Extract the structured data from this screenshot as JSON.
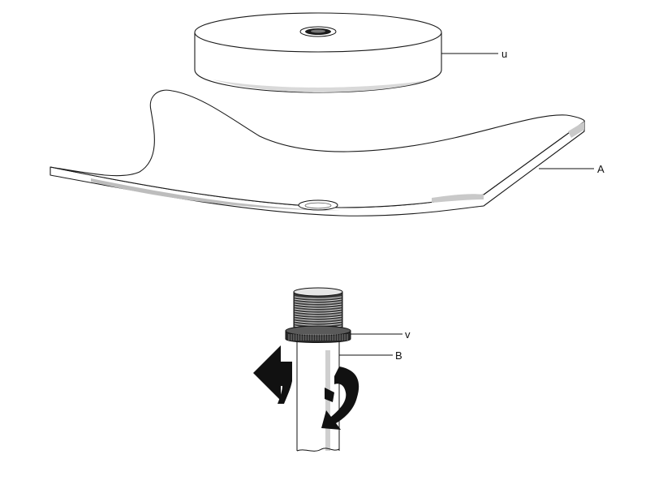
{
  "diagram": {
    "labels": {
      "weight": "u",
      "plate": "A",
      "ring": "v",
      "pole": "B"
    },
    "colors": {
      "line": "#1a1a1a",
      "arrow": "#111111",
      "background": "#ffffff"
    }
  }
}
